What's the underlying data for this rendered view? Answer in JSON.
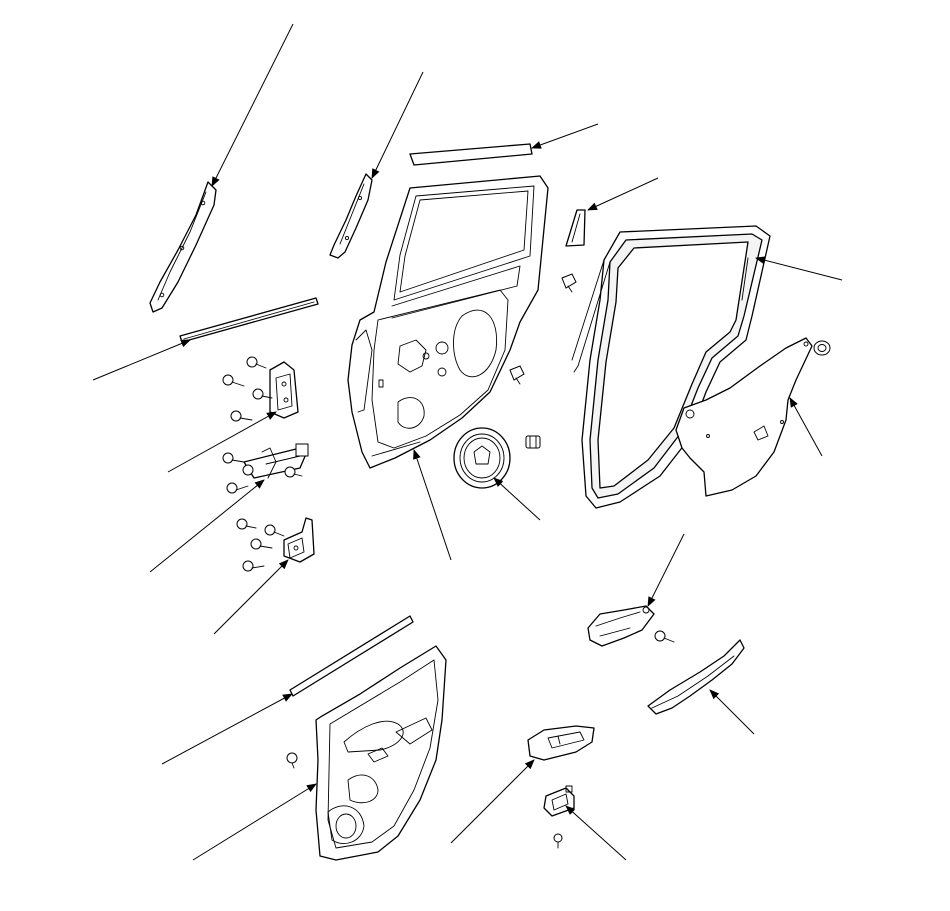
{
  "diagram": {
    "type": "exploded-parts-view",
    "colors": {
      "line": "#000000",
      "background": "#ffffff"
    },
    "parts": [
      {
        "id": "door-sash-trim-front",
        "icon": "sash-trim-icon"
      },
      {
        "id": "door-sash-trim-rear",
        "icon": "sash-trim-icon"
      },
      {
        "id": "glass-run-channel-upper",
        "icon": "channel-strip-icon"
      },
      {
        "id": "corner-garnish",
        "icon": "garnish-icon"
      },
      {
        "id": "door-weatherstrip",
        "icon": "weatherstrip-icon"
      },
      {
        "id": "door-panel-shell",
        "icon": "door-shell-icon"
      },
      {
        "id": "outer-belt-molding",
        "icon": "molding-strip-icon"
      },
      {
        "id": "upper-hinge",
        "icon": "hinge-icon"
      },
      {
        "id": "door-checker",
        "icon": "checker-icon"
      },
      {
        "id": "lower-hinge",
        "icon": "hinge-icon"
      },
      {
        "id": "speaker-grommet-plug",
        "icon": "plug-icon"
      },
      {
        "id": "plastic-cover-sheet",
        "icon": "sheet-icon"
      },
      {
        "id": "inner-handle",
        "icon": "handle-icon"
      },
      {
        "id": "armrest-pull-pocket",
        "icon": "armrest-icon"
      },
      {
        "id": "inner-belt-molding",
        "icon": "molding-strip-icon"
      },
      {
        "id": "door-lining",
        "icon": "door-lining-icon"
      },
      {
        "id": "power-window-switch-panel",
        "icon": "switch-panel-icon"
      },
      {
        "id": "power-window-switch",
        "icon": "switch-icon"
      }
    ]
  }
}
